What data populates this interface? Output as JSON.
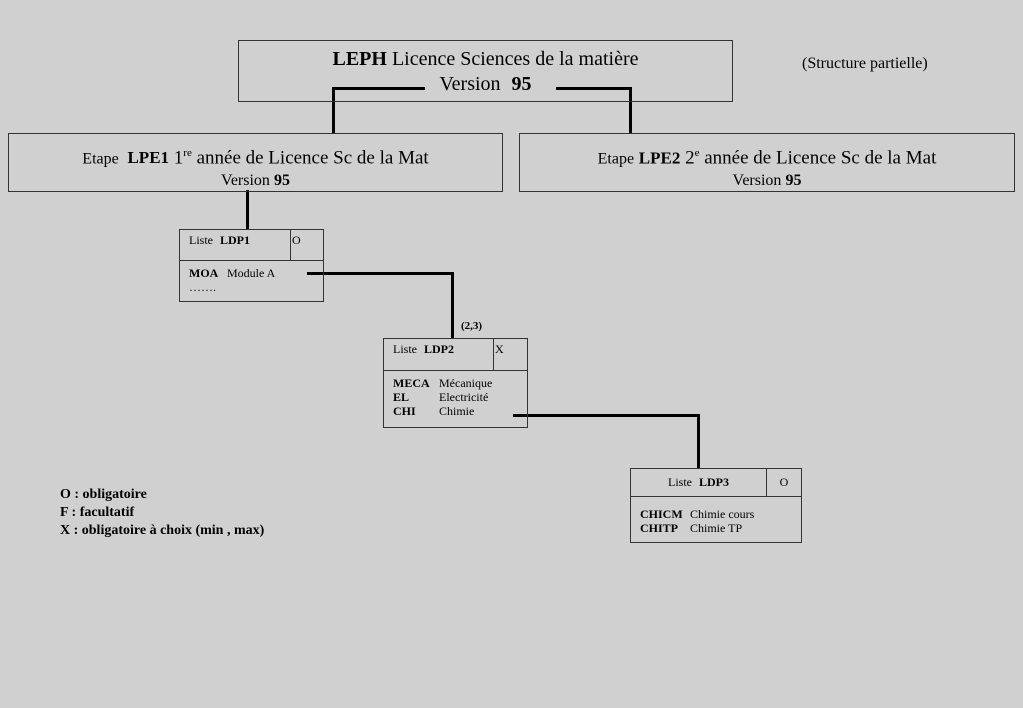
{
  "top_box": {
    "code": "LEPH",
    "title": "Licence Sciences de la matière",
    "version_label": "Version",
    "version": "95"
  },
  "note": "(Structure partielle)",
  "stage1": {
    "prefix": "Etape",
    "code": "LPE1",
    "ordinal": "1",
    "ordinal_suffix": "re",
    "title": "année de Licence Sc de la Mat",
    "version_label": "Version",
    "version": "95"
  },
  "stage2": {
    "prefix": "Etape",
    "code": "LPE2",
    "ordinal": "2",
    "ordinal_suffix": "e",
    "title": "année de Licence Sc de la Mat",
    "version_label": "Version",
    "version": "95"
  },
  "list1": {
    "label": "Liste",
    "code": "LDP1",
    "flag": "O",
    "items": [
      {
        "code": "MOA",
        "name": "Module A"
      },
      {
        "code": "",
        "name": "……."
      }
    ]
  },
  "list2": {
    "constraint": "(2,3)",
    "label": "Liste",
    "code": "LDP2",
    "flag": "X",
    "items": [
      {
        "code": "MECA",
        "name": "Mécanique"
      },
      {
        "code": "EL",
        "name": "Electricité"
      },
      {
        "code": "CHI",
        "name": "Chimie"
      }
    ]
  },
  "list3": {
    "label": "Liste",
    "code": "LDP3",
    "flag": "O",
    "items": [
      {
        "code": "CHICM",
        "name": "Chimie cours"
      },
      {
        "code": "CHITP",
        "name": "Chimie TP"
      }
    ]
  },
  "legend": [
    "O : obligatoire",
    "F : facultatif",
    "X : obligatoire à choix (min , max)"
  ]
}
